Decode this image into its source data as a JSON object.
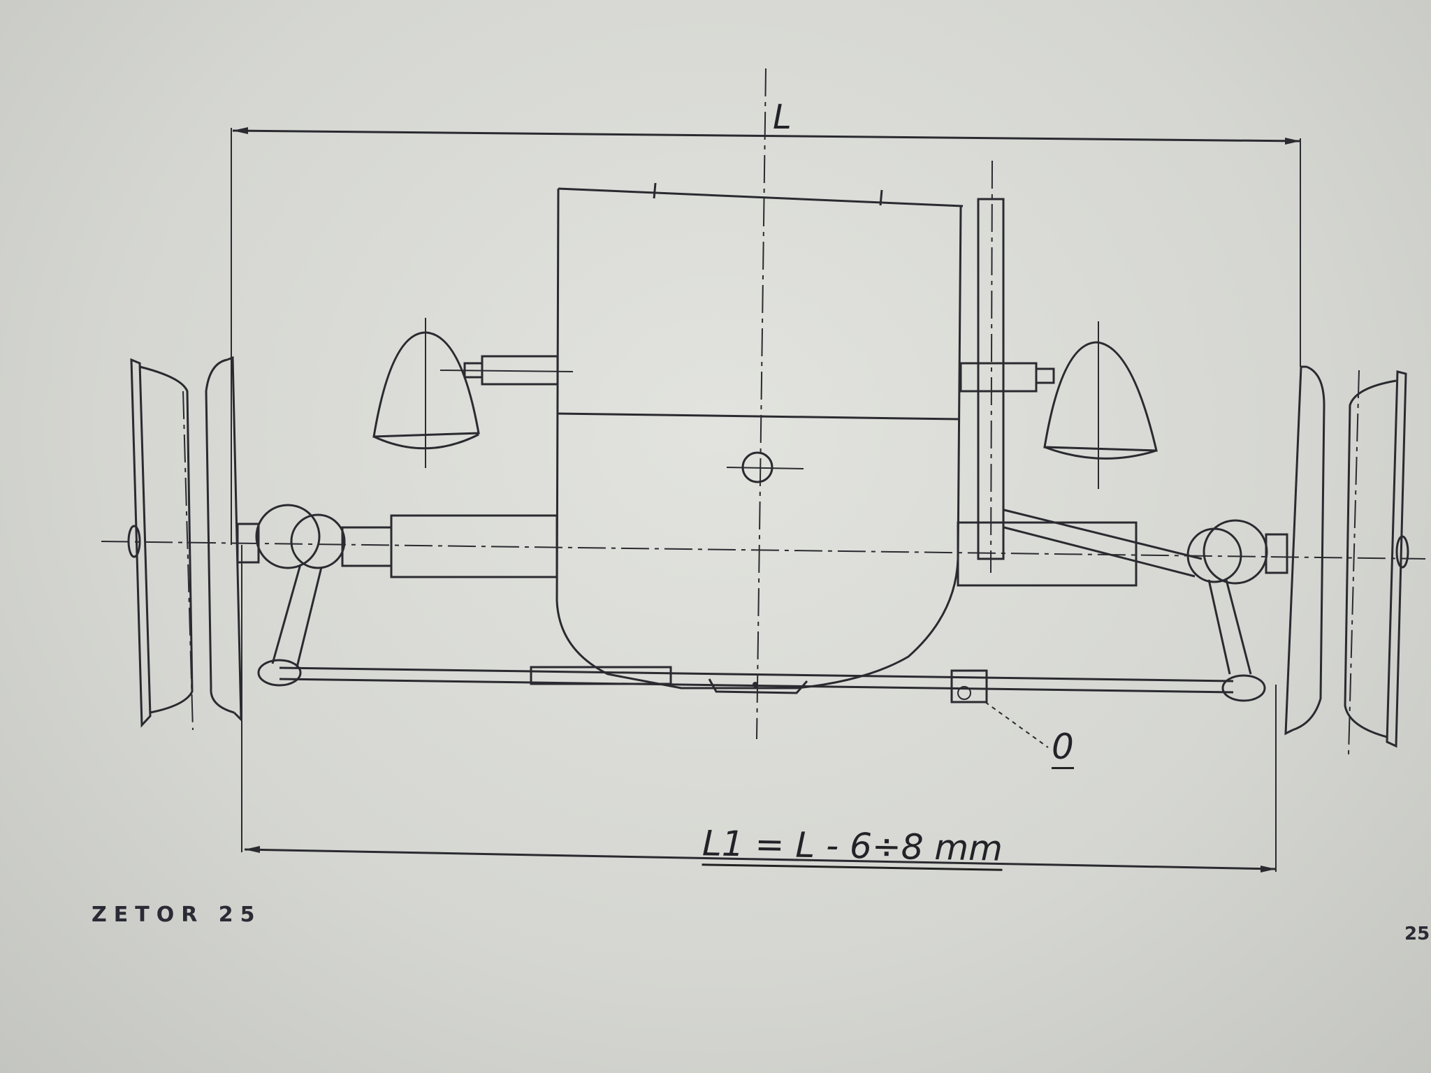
{
  "drawing": {
    "dimension_top_label": "L",
    "dimension_bottom_label": "L1 = L - 6÷8 mm",
    "part_label": "0"
  },
  "footer": {
    "title": "ZETOR 25",
    "page_number": "25"
  }
}
